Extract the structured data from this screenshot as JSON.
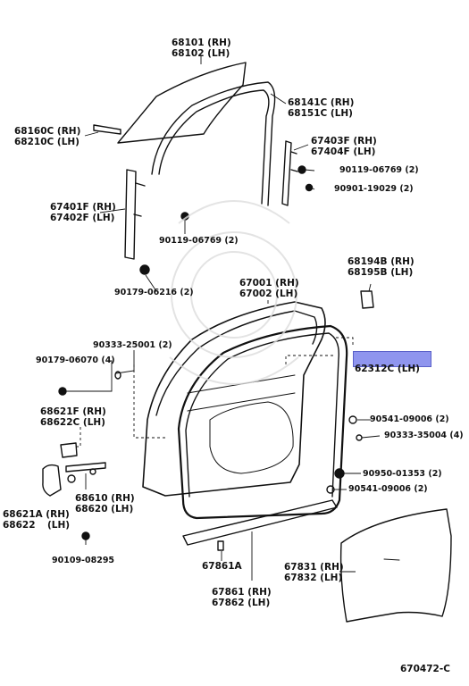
{
  "parts": {
    "p68101": "68101 (RH)",
    "p68102": "68102 (LH)",
    "p68141c": "68141C (RH)",
    "p68151c": "68151C (LH)",
    "p68160c": "68160C (RH)",
    "p68210c": "68210C (LH)",
    "p67403f": "67403F (RH)",
    "p67404f": "67404F (LH)",
    "p90119_2": "90119-06769 (2)",
    "p90901": "90901-19029 (2)",
    "p67401f": "67401F (RH)",
    "p67402f": "67402F (LH)",
    "p90119_1": "90119-06769 (2)",
    "p68194b": "68194B (RH)",
    "p68195b": "68195B (LH)",
    "p67001": "67001 (RH)",
    "p67002": "67002 (LH)",
    "p90179_a": "90179-06216 (2)",
    "p90333_a": "90333-25001 (2)",
    "p90179_b": "90179-06070 (4)",
    "p62312c": "62312C (LH)",
    "p68621f": "68621F (RH)",
    "p68622c": "68622C (LH)",
    "p90541_a": "90541-09006 (2)",
    "p90333_b": "90333-35004 (4)",
    "p90950": "90950-01353 (2)",
    "p90541_b": "90541-09006 (2)",
    "p68610": "68610 (RH)",
    "p68620": "68620 (LH)",
    "p68621a": "68621A (RH)",
    "p68622": "68622",
    "p68622_lh": "(LH)",
    "p90109": "90109-08295",
    "p67861a": "67861A",
    "p67861": "67861 (RH)",
    "p67862": "67862 (LH)",
    "p67831": "67831 (RH)",
    "p67832": "67832 (LH)"
  },
  "diagram_code": "670472-C",
  "colors": {
    "highlight": "#8f95ee",
    "ink": "#111111"
  }
}
